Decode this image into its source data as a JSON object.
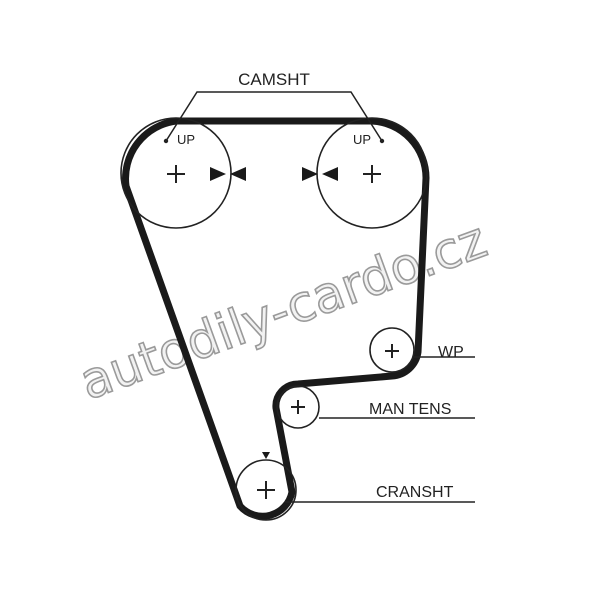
{
  "labels": {
    "camshaft": "CAMSHT",
    "up_left": "UP",
    "up_right": "UP",
    "water_pump": "WP",
    "tensioner": "MAN TENS",
    "crankshaft": "CRANSHT"
  },
  "watermark": "autodily-cardo.cz",
  "colors": {
    "belt": "#1a1a1a",
    "line": "#222222",
    "watermark": "#9a9a9a"
  }
}
